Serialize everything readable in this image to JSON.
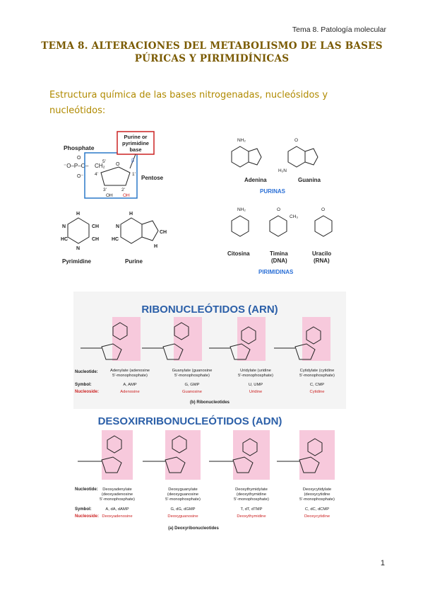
{
  "header": {
    "running_title": "Tema 8. Patología molecular"
  },
  "title_lines": [
    "TEMA 8. ALTERACIONES DEL METABOLISMO DE LAS BASES",
    "PÚRICAS Y PIRIMIDÍNICAS"
  ],
  "subtitle_lines": [
    "Estructura química de las bases nitrogenadas, nucleósidos y",
    "nucleótidos:"
  ],
  "fig_nucleotide": {
    "phosphate": "Phosphate",
    "base_box": [
      "Purine or",
      "pyrimidine",
      "base"
    ],
    "pentose": "Pentose",
    "oh": "OH",
    "c5": "5'",
    "c4": "4'",
    "c3": "3'",
    "c2": "2'",
    "c1": "1'",
    "ring_o": "O",
    "beta": "β",
    "ch2": "CH₂"
  },
  "fig_rings": {
    "pyrimidine": "Pyrimidine",
    "purine": "Purine"
  },
  "fig_bases": {
    "adenina": "Adenina",
    "guanina": "Guanina",
    "purinas": "PURINAS",
    "citosina": "Citosina",
    "timina": [
      "Timina",
      "(DNA)"
    ],
    "uracilo": [
      "Uracilo",
      "(RNA)"
    ],
    "pirimidinas": "PIRIMIDINAS"
  },
  "ribo": {
    "heading": "RIBONUCLEÓTIDOS (ARN)",
    "row_labels": [
      "Nucleotide:",
      "Symbol:",
      "Nucleoside:"
    ],
    "columns": [
      {
        "name": [
          "Adenylate (adenosine",
          "5'-monophosphate)"
        ],
        "symbol": "A, AMP",
        "nucleoside": "Adenosine"
      },
      {
        "name": [
          "Guanylate (guanosine",
          "5'-monophosphate)"
        ],
        "symbol": "G, GMP",
        "nucleoside": "Guanosine"
      },
      {
        "name": [
          "Uridylate (uridine",
          "5'-monophosphate)"
        ],
        "symbol": "U, UMP",
        "nucleoside": "Uridine"
      },
      {
        "name": [
          "Cytidylate (cytidine",
          "5'-monophosphate)"
        ],
        "symbol": "C, CMP",
        "nucleoside": "Cytidine"
      }
    ],
    "caption": "(b) Ribonucleotides"
  },
  "deoxy": {
    "heading": "DESOXIRRIBONUCLEÓTIDOS (ADN)",
    "row_labels": [
      "Nucleotide:",
      "Symbol:",
      "Nucleoside:"
    ],
    "columns": [
      {
        "name": [
          "Deoxyadenylate",
          "(deoxyadenosine",
          "5'-monophosphate)"
        ],
        "symbol": "A, dA, dAMP",
        "nucleoside": "Deoxyadenosine"
      },
      {
        "name": [
          "Deoxyguanylate",
          "(deoxyguanosine",
          "5'-monophosphate)"
        ],
        "symbol": "G, dG, dGMP",
        "nucleoside": "Deoxyguanosine"
      },
      {
        "name": [
          "Deoxythymidylate",
          "(deoxythymidine",
          "5'-monophosphate)"
        ],
        "symbol": "T, dT, dTMP",
        "nucleoside": "Deoxythymidine"
      },
      {
        "name": [
          "Deoxycytidylate",
          "(deoxycytidine",
          "5'-monophosphate)"
        ],
        "symbol": "C, dC, dCMP",
        "nucleoside": "Deoxycytidine"
      }
    ],
    "caption": "(a) Deoxyribonucleotides"
  },
  "page_number": "1",
  "colors": {
    "title": "#7a5a00",
    "subtitle": "#b08a00",
    "heading_blue": "#2b5fa8",
    "label_blue": "#2a6fd6",
    "pink": "#f7c9dc",
    "red": "#cc2222",
    "box_blue": "#2a78c8"
  }
}
